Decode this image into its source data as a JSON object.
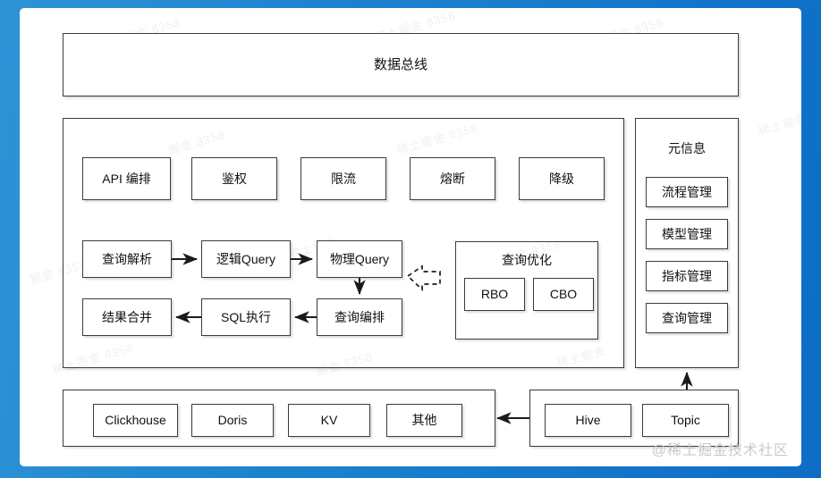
{
  "canvas": {
    "background_gradient_from": "#2f93d6",
    "background_gradient_to": "#0d6dc6",
    "card_background": "#ffffff",
    "line_color": "#3b3b3b",
    "text_color": "#111111"
  },
  "data_bus": {
    "label": "数据总线"
  },
  "service_row": {
    "items": [
      {
        "label": "API 编排"
      },
      {
        "label": "鉴权"
      },
      {
        "label": "限流"
      },
      {
        "label": "熔断"
      },
      {
        "label": "降级"
      }
    ]
  },
  "query_flow": {
    "nodes": [
      {
        "label": "查询解析"
      },
      {
        "label": "逻辑Query"
      },
      {
        "label": "物理Query"
      },
      {
        "label": "查询编排"
      },
      {
        "label": "SQL执行"
      },
      {
        "label": "结果合并"
      }
    ]
  },
  "query_optimize": {
    "title": "查询优化",
    "items": [
      {
        "label": "RBO"
      },
      {
        "label": "CBO"
      }
    ]
  },
  "metadata_panel": {
    "title": "元信息",
    "items": [
      {
        "label": "流程管理"
      },
      {
        "label": "模型管理"
      },
      {
        "label": "指标管理"
      },
      {
        "label": "查询管理"
      }
    ]
  },
  "storage_row": {
    "items": [
      {
        "label": "Clickhouse"
      },
      {
        "label": "Doris"
      },
      {
        "label": "KV"
      },
      {
        "label": "其他"
      }
    ]
  },
  "source_row": {
    "items": [
      {
        "label": "Hive"
      },
      {
        "label": "Topic"
      }
    ]
  },
  "watermark": {
    "corner": "@稀土掘金技术社区",
    "tiles": [
      "掘金 8358",
      "稀土掘金 8358",
      "掘金 8358",
      "稀土掘金",
      "掘金 8358",
      "稀土掘金 8358",
      "掘金 8358",
      "稀土掘金",
      "掘金 8358",
      "稀土掘金 8358",
      "掘金 8358",
      "稀土掘金"
    ]
  }
}
